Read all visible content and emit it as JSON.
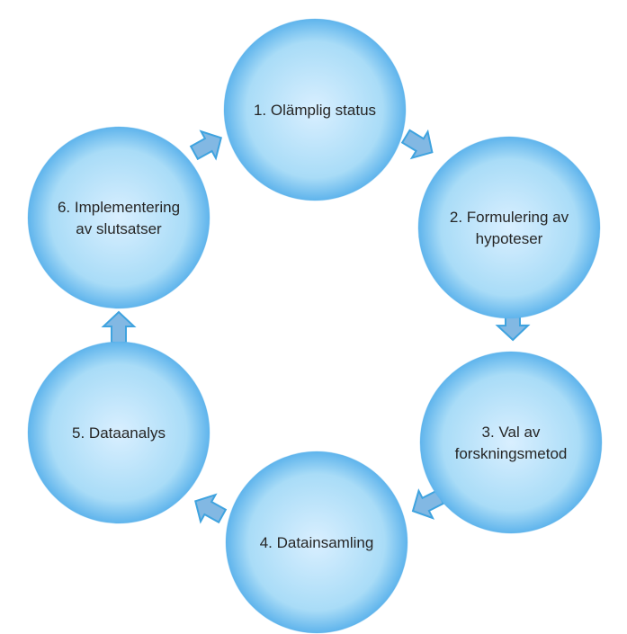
{
  "diagram": {
    "type": "cycle",
    "colors": {
      "circle_center": "#d9efff",
      "circle_mid": "#a9dcf7",
      "circle_edge": "#5fb4ec",
      "arrow_fill": "#82b8e3",
      "arrow_stroke": "#3fa3df",
      "text": "#262626"
    },
    "nodes": [
      {
        "id": "n1",
        "lines": [
          "1. Olämplig status"
        ]
      },
      {
        "id": "n2",
        "lines": [
          "2. Formulering av",
          "hypoteser"
        ]
      },
      {
        "id": "n3",
        "lines": [
          "3. Val av",
          "forskningsmetod"
        ]
      },
      {
        "id": "n4",
        "lines": [
          "4. Datainsamling"
        ]
      },
      {
        "id": "n5",
        "lines": [
          "5. Dataanalys"
        ]
      },
      {
        "id": "n6",
        "lines": [
          "6. Implementering",
          "av slutsatser"
        ]
      }
    ],
    "edges": [
      {
        "from": "n1",
        "to": "n2"
      },
      {
        "from": "n2",
        "to": "n3"
      },
      {
        "from": "n3",
        "to": "n4"
      },
      {
        "from": "n4",
        "to": "n5"
      },
      {
        "from": "n5",
        "to": "n6"
      },
      {
        "from": "n6",
        "to": "n1"
      }
    ]
  }
}
